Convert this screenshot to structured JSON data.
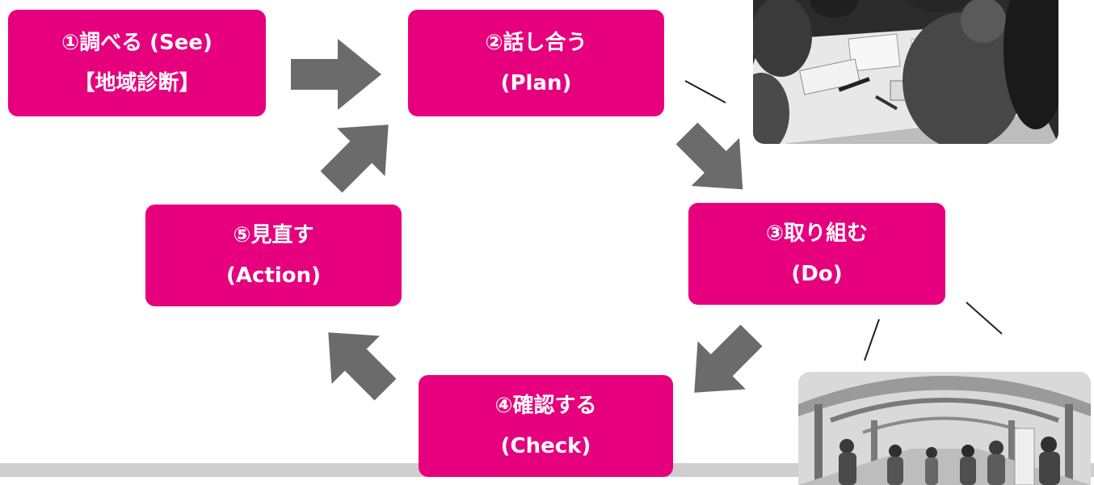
{
  "colors": {
    "box": "#e6007e",
    "box_text": "#ffffff",
    "arrow": "#6b6b6b",
    "bar": "#cfcfcf"
  },
  "steps": [
    {
      "line1": "①調べる (See)",
      "line2": "【地域診断】"
    },
    {
      "line1": "②話し合う",
      "line2": "(Plan)"
    },
    {
      "line1": "③取り組む",
      "line2": "(Do)"
    },
    {
      "line1": "④確認する",
      "line2": "(Check)"
    },
    {
      "line1": "⑤見直す",
      "line2": "(Action)"
    }
  ],
  "photos": [
    {
      "icon": "meeting-photo"
    },
    {
      "icon": "corridor-photo"
    }
  ]
}
